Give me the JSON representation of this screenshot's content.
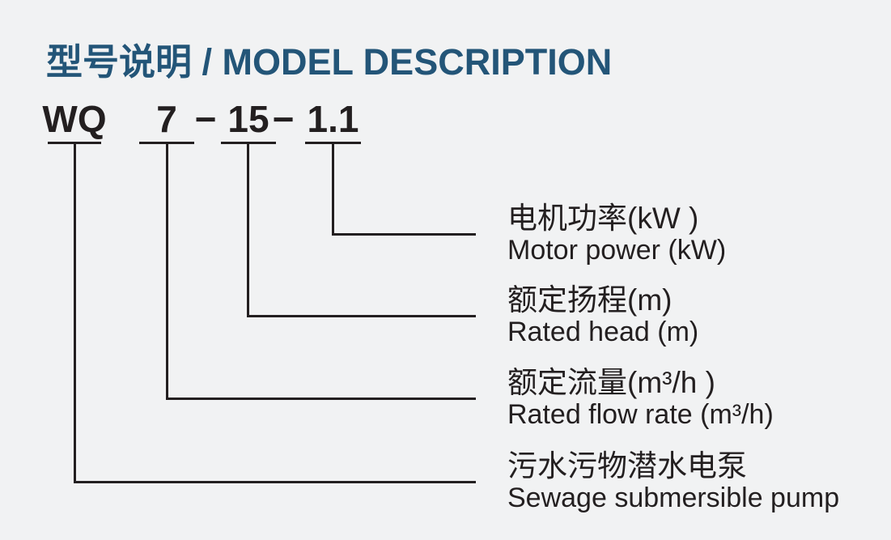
{
  "title": "型号说明 / MODEL DESCRIPTION",
  "model": {
    "full_code": "WQ 7−15−1.1",
    "separator": "−",
    "segments": [
      {
        "code": "WQ",
        "label_zh": "污水污物潜水电泵",
        "label_en": "Sewage submersible pump"
      },
      {
        "code": "7",
        "label_zh": "额定流量(m³/h )",
        "label_en": "Rated flow rate (m³/h)"
      },
      {
        "code": "15",
        "label_zh": "额定扬程(m)",
        "label_en": "Rated head (m)"
      },
      {
        "code": "1.1",
        "label_zh": "电机功率(kW )",
        "label_en": "Motor power (kW)"
      }
    ]
  },
  "colors": {
    "title_blue": "#235578",
    "ink": "#231f20",
    "background": "#f1f2f3"
  }
}
